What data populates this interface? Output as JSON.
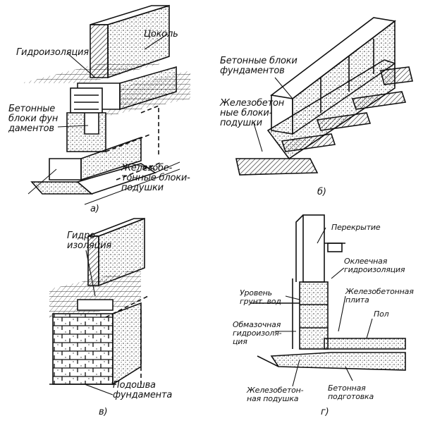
{
  "panels": {
    "a": {
      "letter": "а)",
      "labels": {
        "tsokol": "Цоколь",
        "hydro": "Гидроизоляция",
        "blocks": "Бетонные\nблоки фун\nдаментов",
        "cushions": "Железобе-\nтонные блоки-\nподушки"
      }
    },
    "b": {
      "letter": "б)",
      "labels": {
        "blocks": "Бетонные блоки\nфундаментов",
        "cushions": "Железобетон\nные блоки-\nподушки"
      }
    },
    "v": {
      "letter": "в)",
      "labels": {
        "hydro": "Гидро-\nизоляция",
        "sole": "Подошва\nфундамента"
      }
    },
    "g": {
      "letter": "г)",
      "labels": {
        "floor_slab": "Перекрытие",
        "pasted_hydro": "Оклеечная\nгидроизоляция",
        "gw_level": "Уровень\nгрунт. вод",
        "rc_slab": "Железобетонная\nплита",
        "floor": "Пол",
        "coating_hydro": "Обмазочная\nгидроизоля-\nция",
        "rc_cushion": "Железобетон-\nная подушка",
        "concrete_prep": "Бетонная\nподготовка"
      }
    }
  },
  "colors": {
    "ink": "#111111",
    "paper": "#ffffff",
    "stipple": "#333333"
  }
}
